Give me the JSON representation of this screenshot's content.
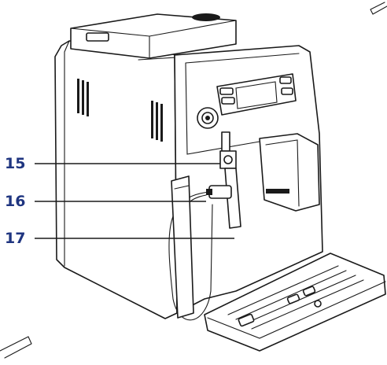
{
  "callouts": [
    {
      "number": "15"
    },
    {
      "number": "16"
    },
    {
      "number": "17"
    }
  ],
  "colors": {
    "callout": "#1f3580",
    "line": "#1a1a1a",
    "background": "#ffffff"
  },
  "icons": [
    "coffee-machine-illustration",
    "milk-carafe-tube-illustration"
  ]
}
